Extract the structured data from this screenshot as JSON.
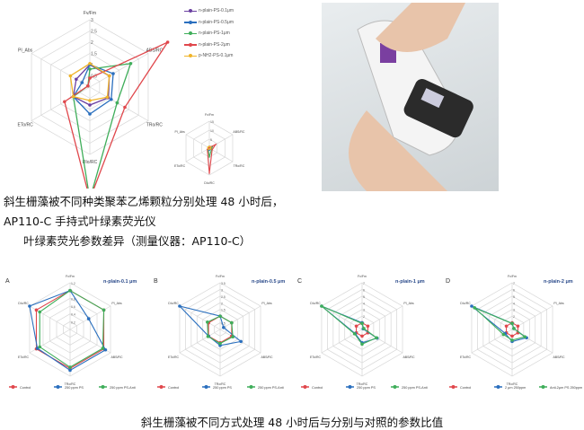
{
  "text": {
    "line1": "斜生栅藻被不同种类聚苯乙烯颗粒分别处理 48 小时后，",
    "line2": "AP110-C 手持式叶绿素荧光仪",
    "line3": "叶绿素荧光参数差异（测量仪器：AP110-C）",
    "caption": "斜生栅藻被不同方式处理 48 小时后与分别与对照的参数比值"
  },
  "chart_data": [
    {
      "type": "radar",
      "id": "main",
      "axes": [
        "Fv/Fm",
        "ABS/RC",
        "TRo/RC",
        "DIo/RC",
        "ETo/RC",
        "PI_Abs"
      ],
      "ticks": [
        "0.5",
        "1",
        "1.5",
        "2",
        "2.5",
        "3"
      ],
      "max": 3,
      "series": [
        {
          "name": "n-plain-PS-0.1μm",
          "color": "#6a3fa0",
          "values": [
            1.0,
            1.0,
            0.95,
            0.8,
            0.85,
            0.7
          ]
        },
        {
          "name": "n-plain-PS-0.5μm",
          "color": "#2a6fbe",
          "values": [
            1.0,
            1.2,
            1.1,
            1.2,
            0.85,
            0.4
          ]
        },
        {
          "name": "n-plain-PS-1μm",
          "color": "#3fae5a",
          "values": [
            0.8,
            2.1,
            1.4,
            5,
            0.85,
            0.1
          ]
        },
        {
          "name": "n-plain-PS-2μm",
          "color": "#e0474c",
          "values": [
            0.4,
            4,
            1.8,
            5,
            1.3,
            0.1
          ]
        },
        {
          "name": "p-NH2-PS-0.1μm",
          "color": "#f0b429",
          "values": [
            1.05,
            1.0,
            0.9,
            0.6,
            0.85,
            1.0
          ]
        }
      ]
    },
    {
      "type": "radar",
      "id": "inset",
      "axes": [
        "Fv/Fm",
        "ABS/RC",
        "TRo/RC",
        "DIo/RC",
        "ETo/RC",
        "PI_Abs"
      ],
      "ticks": [
        "5",
        "10",
        "15"
      ],
      "max": 15,
      "series": [
        {
          "name": "n-plain-PS-0.1μm",
          "color": "#6a3fa0",
          "values": [
            1,
            1,
            1,
            0.8,
            0.85,
            0.7
          ]
        },
        {
          "name": "n-plain-PS-0.5μm",
          "color": "#2a6fbe",
          "values": [
            1,
            1.2,
            1.1,
            1.2,
            0.85,
            0.4
          ]
        },
        {
          "name": "n-plain-PS-1μm",
          "color": "#3fae5a",
          "values": [
            0.8,
            2.1,
            1.4,
            5,
            0.85,
            0.1
          ]
        },
        {
          "name": "n-plain-PS-2μm",
          "color": "#e0474c",
          "values": [
            0.4,
            4,
            1.8,
            14,
            1.3,
            0.1
          ]
        },
        {
          "name": "p-NH2-PS-0.1μm",
          "color": "#f0b429",
          "values": [
            1.05,
            1,
            0.9,
            0.6,
            0.85,
            1
          ]
        }
      ]
    },
    {
      "type": "radar",
      "id": "A",
      "panel": "A",
      "title": "n-plain-0.1 μm",
      "axes": [
        "Fv/Fm",
        "PI_Abs",
        "ABS/RC",
        "TRo/RC",
        "ETo/RC",
        "DIo/RC"
      ],
      "ticks": [
        "0.2",
        "0.4",
        "0.6",
        "0.8",
        "1",
        "1.2"
      ],
      "max": 1.2,
      "series": [
        {
          "name": "Control",
          "color": "#e0474c",
          "values": [
            1,
            1,
            1,
            1,
            1,
            1
          ]
        },
        {
          "name": "250 ppm PS",
          "color": "#2a6fbe",
          "values": [
            1,
            0.55,
            1.05,
            1.05,
            0.97,
            1.2
          ]
        },
        {
          "name": "250 ppm PS-Anti",
          "color": "#3fae5a",
          "values": [
            1,
            1,
            0.97,
            0.97,
            0.9,
            0.9
          ]
        }
      ]
    },
    {
      "type": "radar",
      "id": "B",
      "panel": "B",
      "title": "n-plain-0.5 μm",
      "axes": [
        "Fv/Fm",
        "PI_Abs",
        "ABS/RC",
        "TRo/RC",
        "ETo/RC",
        "DIo/RC"
      ],
      "ticks": [
        "0.5",
        "1",
        "1.5",
        "2",
        "2.5",
        "3",
        "3.5"
      ],
      "max": 3.5,
      "series": [
        {
          "name": "Control",
          "color": "#e0474c",
          "values": [
            1,
            1,
            1,
            1,
            1,
            1
          ]
        },
        {
          "name": "250 ppm PS",
          "color": "#2a6fbe",
          "values": [
            1,
            0.3,
            1.8,
            1.2,
            1,
            3.5
          ]
        },
        {
          "name": "250 ppm PS-Anti",
          "color": "#3fae5a",
          "values": [
            1,
            1,
            1.1,
            1.05,
            1.05,
            1.1
          ]
        }
      ]
    },
    {
      "type": "radar",
      "id": "C",
      "panel": "C",
      "title": "n-plain-1 μm",
      "axes": [
        "Fv/Fm",
        "PI_Abs",
        "ABS/RC",
        "TRo/RC",
        "ETo/RC",
        "DIo/RC"
      ],
      "ticks": [
        "1",
        "2",
        "3",
        "4",
        "5",
        "6",
        "7"
      ],
      "max": 7,
      "series": [
        {
          "name": "Control",
          "color": "#e0474c",
          "values": [
            1,
            1,
            1,
            1,
            1,
            1
          ]
        },
        {
          "name": "250 ppm PS",
          "color": "#2a6fbe",
          "values": [
            1,
            0.2,
            2.6,
            2,
            1.2,
            7
          ]
        },
        {
          "name": "250 ppm PS-Anti",
          "color": "#3fae5a",
          "values": [
            0.9,
            0.3,
            2.5,
            2.2,
            1.3,
            7
          ]
        }
      ]
    },
    {
      "type": "radar",
      "id": "D",
      "panel": "D",
      "title": "n-plain-2 μm",
      "axes": [
        "Fv/Fm",
        "PI_Abs",
        "ABS/RC",
        "TRo/RC",
        "ETo/RC",
        "DIo/RC"
      ],
      "ticks": [
        "1",
        "2",
        "3",
        "4",
        "5",
        "6",
        "7"
      ],
      "max": 7,
      "series": [
        {
          "name": "Control",
          "color": "#e0474c",
          "values": [
            1,
            1,
            1,
            1,
            1,
            1
          ]
        },
        {
          "name": "2 μm 250ppm",
          "color": "#2a6fbe",
          "values": [
            0.9,
            0.3,
            2.5,
            1.8,
            1.2,
            7
          ]
        },
        {
          "name": "Anti-2μm PS 250ppm",
          "color": "#3fae5a",
          "values": [
            0.9,
            0.3,
            2.2,
            1.6,
            1.5,
            6.5
          ]
        }
      ]
    }
  ]
}
